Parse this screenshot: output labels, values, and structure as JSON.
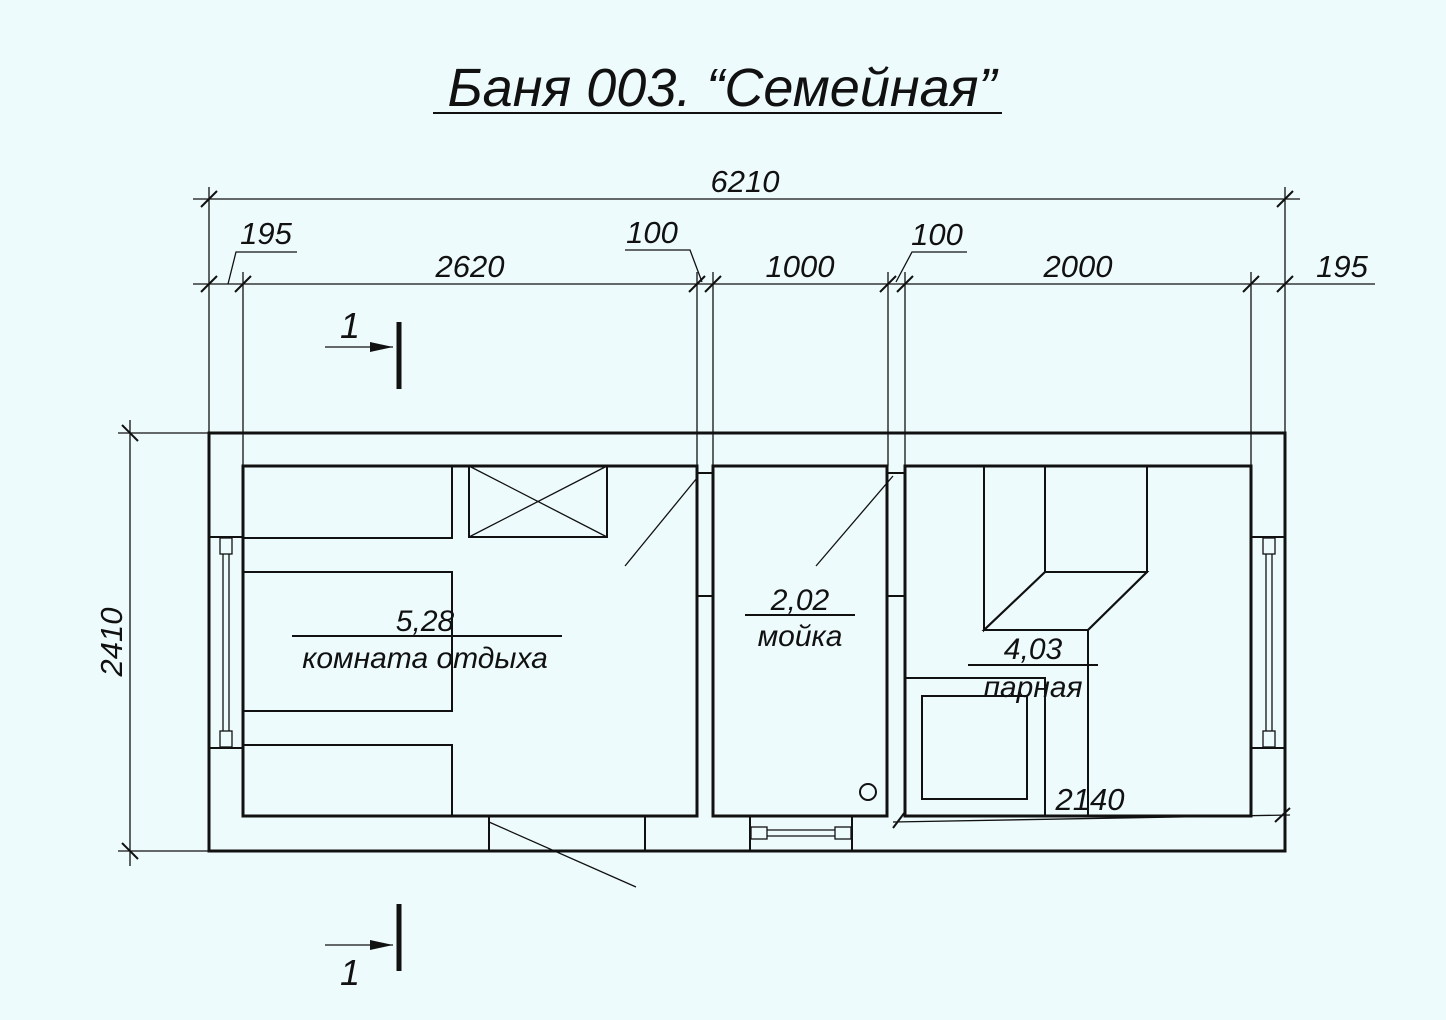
{
  "title": "Баня 003. “Семейная”",
  "dimensions": {
    "overall_width": "6210",
    "left_wall": "195",
    "room1_width": "2620",
    "partition1": "100",
    "room2_width": "1000",
    "partition2": "100",
    "room3_width": "2000",
    "right_wall": "195",
    "overall_depth": "2410",
    "steam_room_depth": "2140"
  },
  "section_marks": {
    "top": "1",
    "bottom": "1"
  },
  "rooms": [
    {
      "area": "5,28",
      "name": "комната отдыха"
    },
    {
      "area": "2,02",
      "name": "мойка"
    },
    {
      "area": "4,03",
      "name": "парная"
    }
  ]
}
